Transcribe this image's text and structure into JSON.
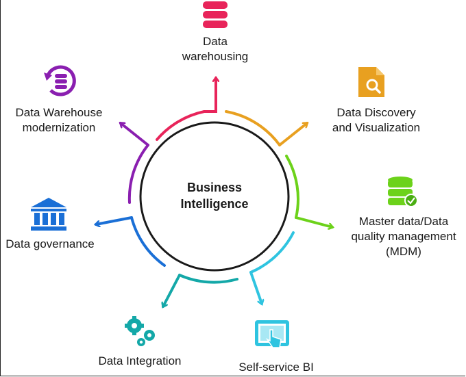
{
  "center": {
    "line1": "Business",
    "line2": "Intelligence"
  },
  "nodes": [
    {
      "id": "data-warehousing",
      "lines": [
        "Data",
        "warehousing"
      ],
      "color": "#e8245a",
      "icon": "database-icon"
    },
    {
      "id": "data-discovery",
      "lines": [
        "Data Discovery",
        "and Visualization"
      ],
      "color": "#e8a020",
      "icon": "document-search-icon"
    },
    {
      "id": "mdm",
      "lines": [
        "Master data/Data",
        "quality management",
        "(MDM)"
      ],
      "color": "#6cd21a",
      "icon": "database-check-icon"
    },
    {
      "id": "self-service",
      "lines": [
        "Self-service BI"
      ],
      "color": "#2fc4e0",
      "icon": "touch-screen-icon"
    },
    {
      "id": "data-integration",
      "lines": [
        "Data Integration"
      ],
      "color": "#14a8a8",
      "icon": "gears-icon"
    },
    {
      "id": "data-governance",
      "lines": [
        "Data governance"
      ],
      "color": "#1a6fd6",
      "icon": "bank-icon"
    },
    {
      "id": "dw-modernization",
      "lines": [
        "Data Warehouse",
        "modernization"
      ],
      "color": "#8a1fb0",
      "icon": "database-refresh-icon"
    }
  ]
}
